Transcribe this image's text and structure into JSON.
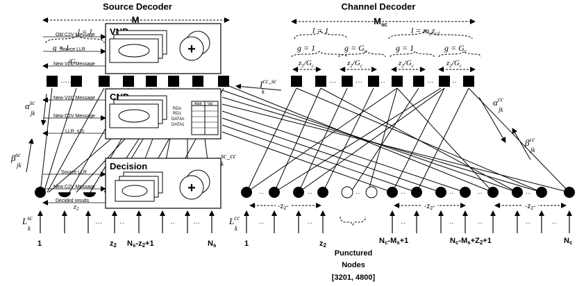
{
  "headers": {
    "source": "Source Decoder",
    "channel": "Channel Decoder"
  },
  "source": {
    "m_label": "M",
    "top_labels": [
      "l = 1",
      "g = 1",
      "/G"
    ],
    "messages": {
      "old_c2v": "Old C2V Message",
      "source_llr_top": "Source LLR",
      "new_v2c_top": "New V2C Message",
      "new_v2c_mid": "New V2C Message",
      "new_c2v_mid": "New C2V Message",
      "llr_s2c": "LLR_s2c",
      "source_llr_bottom": "Source LLR",
      "new_c2v_bottom": "New C2V Message",
      "decided": "Decided results"
    },
    "vnp": "VNP",
    "cnp": "CNP",
    "decision": "Decision",
    "plus": "+",
    "cnp_signals": [
      "RDn",
      "RD1",
      "DATAn",
      "DATA1"
    ],
    "table_headers": [
      "Addr",
      "Val"
    ],
    "z2_bottom": "z",
    "z2_bottom_sub": "2",
    "alpha": "α",
    "alpha_sup": "sc",
    "alpha_sub": "jk",
    "beta": "β",
    "beta_sup": "sc",
    "beta_sub": "jk",
    "lk": "L",
    "lk_sup": "sc",
    "lk_sub": "k",
    "idx_1": "1",
    "idx_z2": "z",
    "idx_z2_sub": "2",
    "idx_ns_z2": "N",
    "idx_ns_z2_sub": "s",
    "idx_ns_z2_rest": "-z",
    "idx_ns_z2_sub2": "2",
    "idx_ns_z2_end": "+1",
    "idx_ns": "N",
    "idx_ns_sub": "s"
  },
  "channel": {
    "m_label": "M",
    "m_sub": "sc",
    "l1": "l = 1",
    "l2": "l = m",
    "l2_sub": "c",
    "l2_rest": "z",
    "l2_sub2": "c1",
    "g_labels": [
      "g = 1",
      "g = G",
      "g = 1",
      "g = G"
    ],
    "g_sub": "c",
    "z_labels": [
      "z",
      "z",
      "z",
      "z"
    ],
    "z_sub": "2",
    "z_rest": "/G",
    "z_sub2": "c",
    "icc_sc": "I",
    "icc_sc_sup": "cc_sc",
    "icc_sc_sub": "k",
    "isc_cc_sup": "sc_cc",
    "isc_cc_sub": "k",
    "alpha": "α",
    "alpha_sup": "cc",
    "alpha_sub": "jk",
    "beta": "β",
    "beta_sup": "cc",
    "beta_sub": "jk",
    "lk": "L",
    "lk_sup": "cc",
    "lk_sub": "k",
    "gap_labels": [
      "z",
      "z",
      "z"
    ],
    "gap_sub": "2",
    "idx_1": "1",
    "idx_z2": "z",
    "idx_z2_sub": "2",
    "idx_nc_ms": "N",
    "idx_nc_ms_sub": "c",
    "idx_nc_ms_rest": "-M",
    "idx_nc_ms_sub2": "s",
    "idx_nc_ms_end": "+1",
    "idx_nc_ms_z": "N",
    "idx_nc_ms_z_sub": "c",
    "idx_nc_ms_z_rest": "-M",
    "idx_nc_ms_z_sub2": "s",
    "idx_nc_ms_z_rest2": "+Z",
    "idx_nc_ms_z_sub3": "2",
    "idx_nc_ms_z_end": "+1",
    "idx_nc": "N",
    "idx_nc_sub": "c",
    "punctured": [
      "Punctured",
      "Nodes",
      "[3201, 4800]"
    ]
  }
}
